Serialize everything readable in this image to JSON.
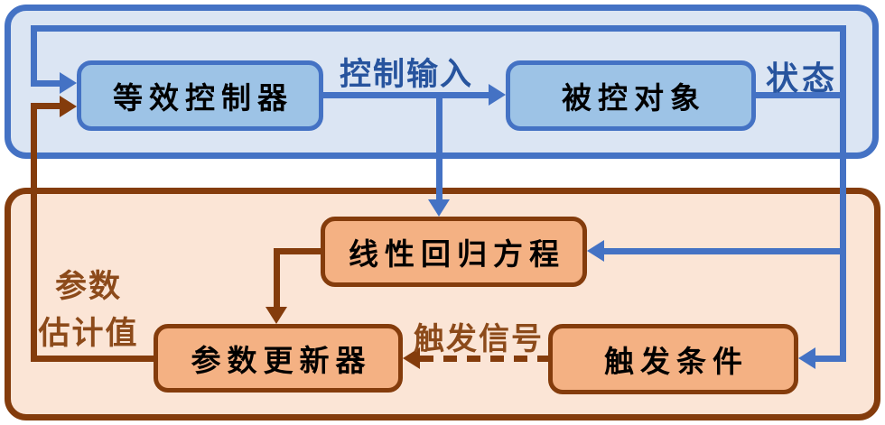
{
  "diagram": {
    "type": "block-diagram",
    "colors": {
      "blue_line": "#4472c4",
      "blue_box_fill": "#9dc3e6",
      "blue_container_fill": "#dbe5f3",
      "blue_label_text": "#27549e",
      "brown_line": "#843c0c",
      "orange_box_fill": "#f4b183",
      "orange_container_fill": "#fbe5d6",
      "brown_label_text": "#8c4a1a",
      "box_text": "#000000"
    },
    "nodes": {
      "equivalent_controller": {
        "label": "等效控制器"
      },
      "controlled_plant": {
        "label": "被控对象"
      },
      "linear_regression": {
        "label": "线性回归方程"
      },
      "parameter_updater": {
        "label": "参数更新器"
      },
      "trigger_condition": {
        "label": "触发条件"
      }
    },
    "edge_labels": {
      "control_input": "控制输入",
      "state": "状态",
      "parameter_estimate_line1": "参数",
      "parameter_estimate_line2": "估计值",
      "trigger_signal": "触发信号"
    }
  }
}
